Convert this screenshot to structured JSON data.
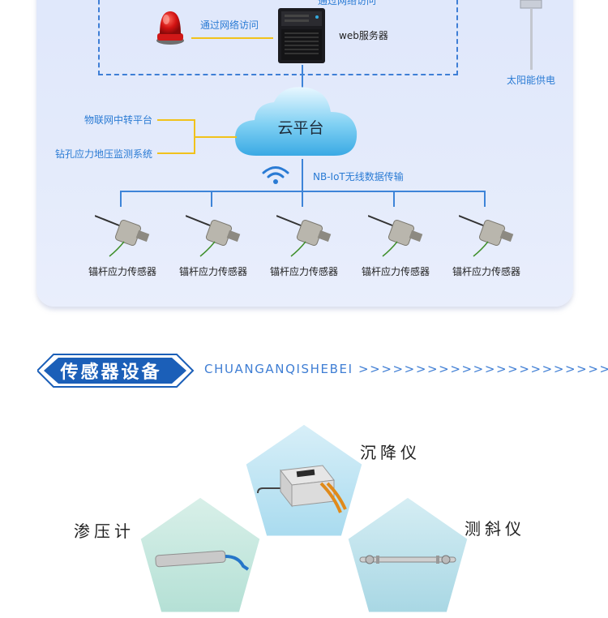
{
  "diagram": {
    "top_partial_label": "通过网络访问",
    "alarm_label": "通过网络访问",
    "server_label": "web服务器",
    "solar_label": "太阳能供电",
    "cloud_label": "云平台",
    "platform_labels": [
      "物联网中转平台",
      "钻孔应力地压监测系统"
    ],
    "transmission_label": "NB-IoT无线数据传输",
    "sensors": [
      {
        "label": "锚杆应力传感器"
      },
      {
        "label": "锚杆应力传感器"
      },
      {
        "label": "锚杆应力传感器"
      },
      {
        "label": "锚杆应力传感器"
      },
      {
        "label": "锚杆应力传感器"
      }
    ]
  },
  "section": {
    "title": "传感器设备",
    "subtitle": "CHUANGANQISHEBEI >>>>>>>>>>>>>>>>>>>>>>>"
  },
  "products": [
    {
      "label": "沉降仪",
      "icon": "settlement-gauge-icon"
    },
    {
      "label": "渗压计",
      "icon": "piezometer-icon"
    },
    {
      "label": "测斜仪",
      "icon": "inclinometer-icon"
    }
  ],
  "colors": {
    "accent_blue": "#2a7bd4",
    "connector_yellow": "#f1c21b",
    "panel_bg": "#e4ebfb"
  }
}
